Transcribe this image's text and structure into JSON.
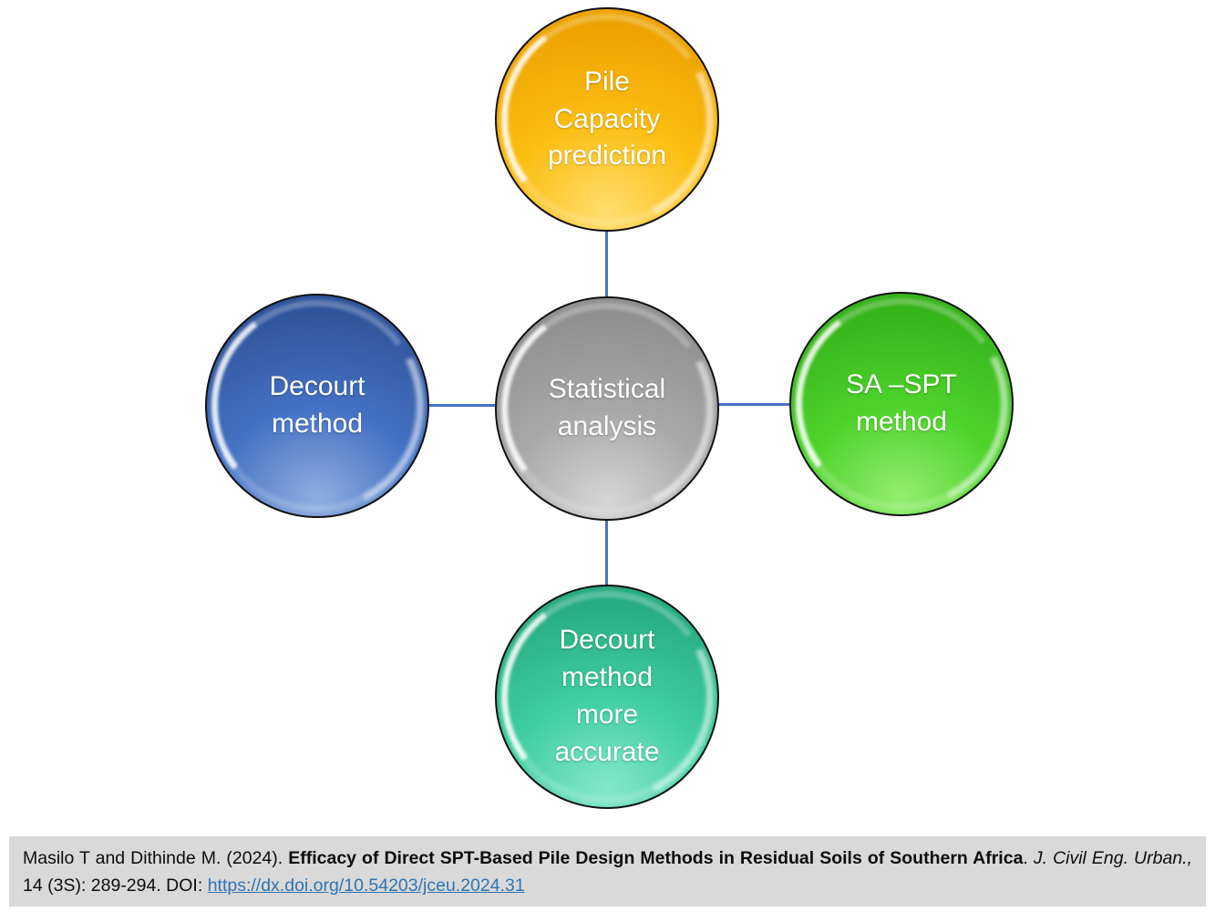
{
  "diagram": {
    "connector_color": "#4472C4",
    "nodes": {
      "top": {
        "label": "Pile\nCapacity\nprediction",
        "color": "#FCBE12",
        "color_light": "#FFDE6E",
        "color_dark": "#EDA200"
      },
      "center": {
        "label": "Statistical\nanalysis",
        "color": "#A8A8A8",
        "color_light": "#D6D6D6",
        "color_dark": "#8F8F8F"
      },
      "left": {
        "label": "Decourt\nmethod",
        "color": "#4472C4",
        "color_light": "#8FAEE0",
        "color_dark": "#30549B"
      },
      "right": {
        "label": "SA –SPT\nmethod",
        "color": "#4ED32B",
        "color_light": "#93EE6F",
        "color_dark": "#35B31A"
      },
      "bottom": {
        "label": "Decourt\nmethod\nmore\naccurate",
        "color": "#41CFA2",
        "color_light": "#85E7CB",
        "color_dark": "#27AB81"
      }
    }
  },
  "citation": {
    "bar_color": "#D9D9D9",
    "authors": "Masilo T and Dithinde M. (2024). ",
    "title_bold": "Efficacy of Direct SPT-Based Pile Design Methods in Residual Soils of Southern Africa",
    "after_title": ". ",
    "journal_italic": "J. Civil Eng. Urban.,",
    "volume_pages": " 14 (3S): 289-294. DOI: ",
    "doi_link": "https://dx.doi.org/10.54203/jceu.2024.31",
    "link_color": "#2E74B5"
  }
}
